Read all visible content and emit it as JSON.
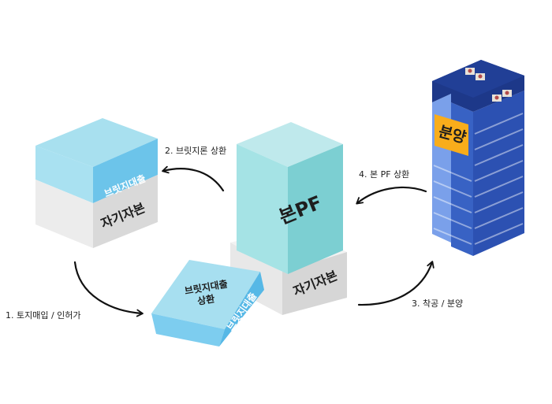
{
  "steps": {
    "step1": "1. 토지매입 / 인허가",
    "step2": "2. 브릿지론 상환",
    "step3": "3. 착공 / 분양",
    "step4": "4. 본 PF 상환"
  },
  "left_block": {
    "top_label": "브릿지대출",
    "bottom_label": "자기자본"
  },
  "tilted_block": {
    "top_label_line1": "브릿지대출",
    "top_label_line2": "상환",
    "side_label": "브릿지대출"
  },
  "center_block": {
    "top_label": "본PF",
    "bottom_label": "자기자본"
  },
  "building": {
    "sign_label": "분양"
  },
  "colors": {
    "bridge_blue": "#6ec8ee",
    "pale_blue": "#a7dff2",
    "teal_front": "#a5e4e6",
    "teal_side": "#7dcdd1",
    "equity_gray": "#e6e6e6",
    "building_navy": "#1e3a8a",
    "building_blue": "#3f6fd0",
    "sign_orange": "#f9ad1b"
  }
}
